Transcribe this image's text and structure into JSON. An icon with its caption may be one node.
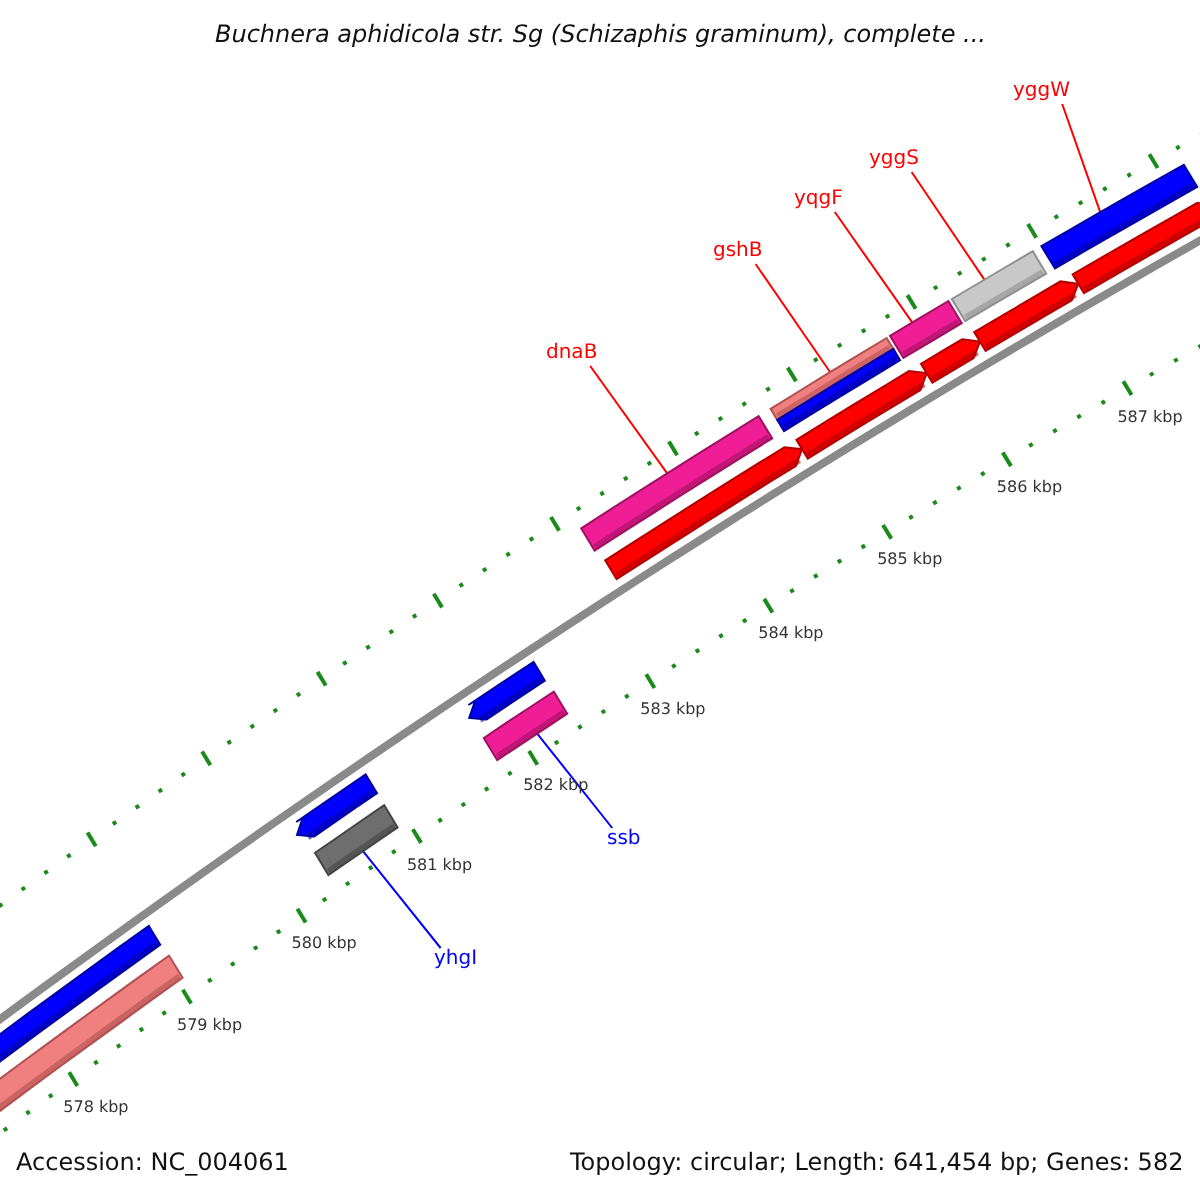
{
  "diagram": {
    "title": "Buchnera aphidicola str. Sg (Schizaphis graminum), complete ...",
    "nodes": [
      {
        "text": [
          "dnaB"
        ]
      },
      {
        "text": [
          "gshB"
        ]
      },
      {
        "text": [
          "yqgF"
        ]
      },
      {
        "text": [
          "yggS"
        ]
      },
      {
        "text": [
          "yggW"
        ]
      },
      {
        "text": [
          "ssb"
        ]
      },
      {
        "text": [
          "yhgI"
        ]
      },
      {
        "text": [],
        "shape": "bar"
      },
      {
        "text": [],
        "shape": "bar"
      },
      {
        "text": [],
        "shape": "bar"
      },
      {
        "text": [],
        "shape": "bar"
      },
      {
        "text": [],
        "shape": "bar"
      },
      {
        "text": [],
        "shape": "bar"
      },
      {
        "text": [],
        "shape": "bar"
      }
    ],
    "edges": [
      {
        "from": 0,
        "to": 7,
        "arrow": "none"
      },
      {
        "from": 1,
        "to": 8,
        "arrow": "none"
      },
      {
        "from": 2,
        "to": 9,
        "arrow": "none"
      },
      {
        "from": 3,
        "to": 10,
        "arrow": "none"
      },
      {
        "from": 4,
        "to": 11,
        "arrow": "none"
      },
      {
        "from": 5,
        "to": 12,
        "arrow": "none",
        "color": "#0000ff"
      },
      {
        "from": 6,
        "to": 13,
        "arrow": "none",
        "color": "#0000ff"
      }
    ],
    "labels": [
      "587 kbp",
      "586 kbp",
      "585 kbp",
      "584 kbp",
      "583 kbp",
      "582 kbp",
      "581 kbp",
      "580 kbp",
      "579 kbp",
      "578 kbp",
      "Accession: NC_004061",
      "Topology: circular; Length: 641,454 bp; Genes: 582"
    ]
  }
}
